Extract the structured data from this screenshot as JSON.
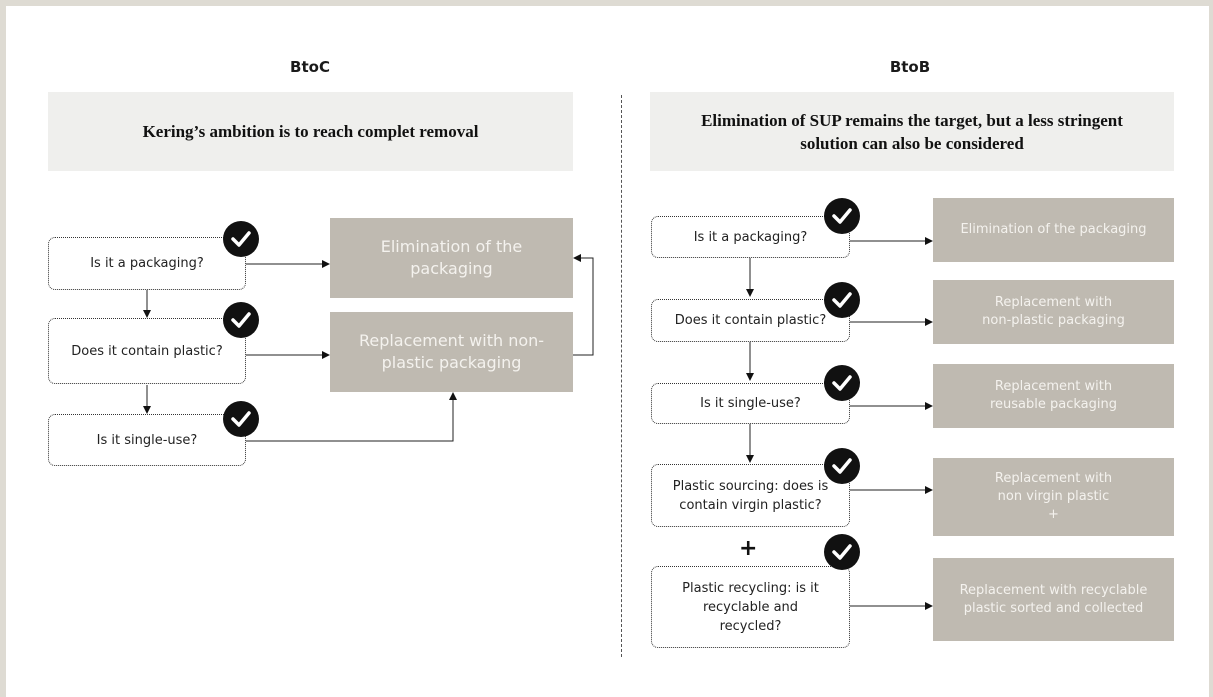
{
  "btoc": {
    "title": "BtoC",
    "banner": "Kering’s ambition is to reach complet removal",
    "questions": [
      "Is it a packaging?",
      "Does it contain plastic?",
      "Is it single-use?"
    ],
    "answers": [
      "Elimination of the packaging",
      "Replacement with non-plastic packaging"
    ]
  },
  "btob": {
    "title": "BtoB",
    "banner": "Elimination of SUP remains the target, but a less stringent solution can also be considered",
    "questions": [
      "Is it a packaging?",
      "Does it contain plastic?",
      "Is it single-use?",
      "Plastic sourcing: does is contain virgin plastic?",
      "Plastic recycling: is it recyclable and recycled?"
    ],
    "answers": [
      "Elimination of the packaging",
      "Replacement with\nnon-plastic packaging",
      "Replacement with\nreusable packaging",
      "Replacement with\nnon virgin plastic\n+",
      "Replacement with recyclable\nplastic sorted and collected"
    ],
    "plus_sign": "+"
  },
  "colors": {
    "answer_fill": "#bfbab1",
    "banner_fill": "#efefed",
    "check_fill": "#111111"
  },
  "icons": {
    "check": "checkmark-circle-icon"
  }
}
